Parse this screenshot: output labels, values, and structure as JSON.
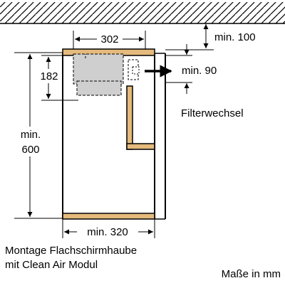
{
  "dimensions": {
    "top_width": "302",
    "ceiling_gap": "min. 100",
    "module_height": "182",
    "cabinet_height_line1": "min.",
    "cabinet_height_line2": "600",
    "exhaust_clearance": "min. 90",
    "bottom_width": "min. 320"
  },
  "labels": {
    "filter_change": "Filterwechsel",
    "caption_line1": "Montage Flachschirmhaube",
    "caption_line2": "mit Clean Air Modul",
    "units_note": "Maße in mm"
  },
  "colors": {
    "ceiling": "#d9d9d9",
    "board": "#e4ba7d",
    "module": "#cfcfcf",
    "ink": "#000000"
  }
}
